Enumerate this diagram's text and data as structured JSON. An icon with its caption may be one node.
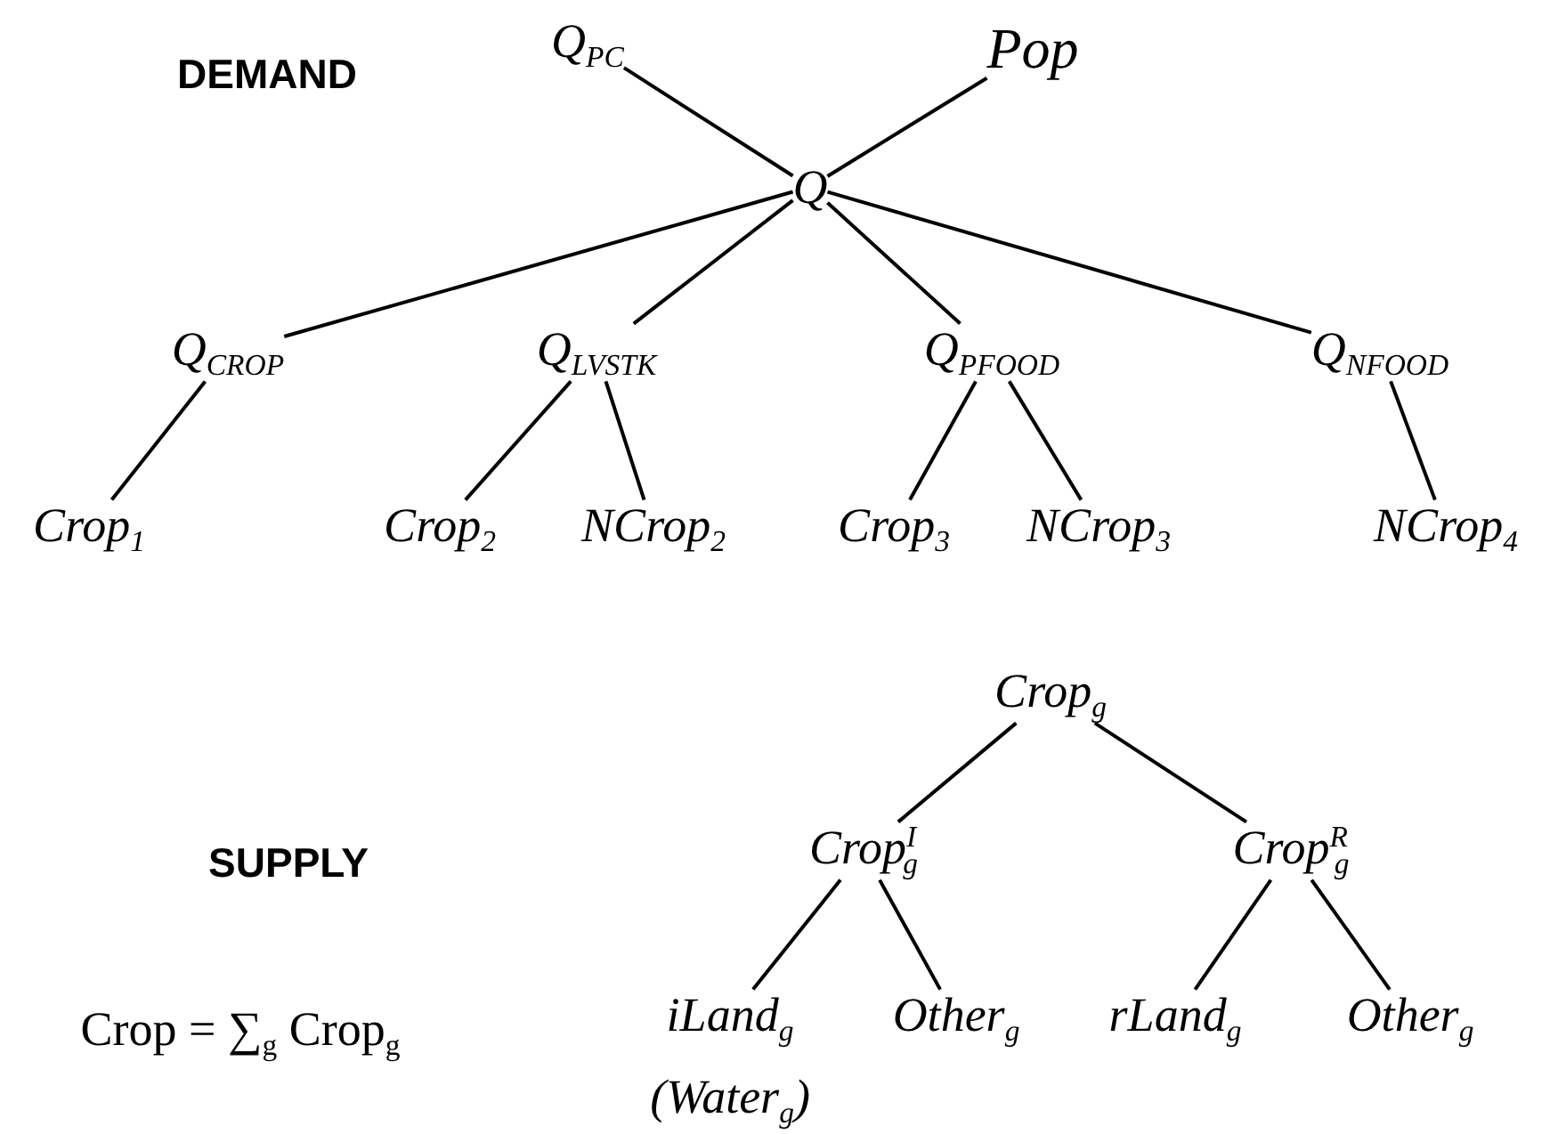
{
  "diagram": {
    "nodes": [
      {
        "text": [
          "Q$_{PC}$"
        ]
      },
      {
        "text": [
          "Pop"
        ]
      },
      {
        "text": [
          "Q"
        ]
      },
      {
        "text": [
          "Q$_{CROP}$"
        ]
      },
      {
        "text": [
          "Q$_{LVSTK}$"
        ]
      },
      {
        "text": [
          "Q$_{PFOOD}$"
        ]
      },
      {
        "text": [
          "Q$_{NFOOD}$"
        ]
      },
      {
        "text": [
          "Crop$_{1}$"
        ]
      },
      {
        "text": [
          "Crop$_{2}$"
        ]
      },
      {
        "text": [
          "NCrop$_{2}$"
        ]
      },
      {
        "text": [
          "Crop$_{3}$"
        ]
      },
      {
        "text": [
          "NCrop$_{3}$"
        ]
      },
      {
        "text": [
          "NCrop$_{4}$"
        ]
      },
      {
        "text": [
          "Crop$_{g}$"
        ]
      },
      {
        "text": [
          "Crop$^{I}$$_{g}$"
        ]
      },
      {
        "text": [
          "Crop$^{R}$$_{g}$"
        ]
      },
      {
        "text": [
          "iLand$_{g}$"
        ],
        "beside": [
          "(Water$_{g}$)"
        ]
      },
      {
        "text": [
          "Other$_{g}$"
        ]
      },
      {
        "text": [
          "rLand$_{g}$"
        ]
      },
      {
        "text": [
          "Other$_{g}$"
        ]
      }
    ],
    "edges": [
      {
        "from": 0,
        "to": 2,
        "arrow": "none"
      },
      {
        "from": 1,
        "to": 2,
        "arrow": "none"
      },
      {
        "from": 2,
        "to": 3,
        "arrow": "none"
      },
      {
        "from": 2,
        "to": 4,
        "arrow": "none"
      },
      {
        "from": 2,
        "to": 5,
        "arrow": "none"
      },
      {
        "from": 2,
        "to": 6,
        "arrow": "none"
      },
      {
        "from": 3,
        "to": 7,
        "arrow": "none"
      },
      {
        "from": 4,
        "to": 8,
        "arrow": "none"
      },
      {
        "from": 4,
        "to": 9,
        "arrow": "none"
      },
      {
        "from": 5,
        "to": 10,
        "arrow": "none"
      },
      {
        "from": 5,
        "to": 11,
        "arrow": "none"
      },
      {
        "from": 6,
        "to": 12,
        "arrow": "none"
      },
      {
        "from": 13,
        "to": 14,
        "arrow": "none"
      },
      {
        "from": 13,
        "to": 15,
        "arrow": "none"
      },
      {
        "from": 14,
        "to": 16,
        "arrow": "none"
      },
      {
        "from": 14,
        "to": 17,
        "arrow": "none"
      },
      {
        "from": 15,
        "to": 18,
        "arrow": "none"
      },
      {
        "from": 15,
        "to": 19,
        "arrow": "none"
      }
    ],
    "labels": [
      "DEMAND",
      "SUPPLY",
      "Crop = ∑$_{g}$ Crop$_{g}$"
    ]
  }
}
